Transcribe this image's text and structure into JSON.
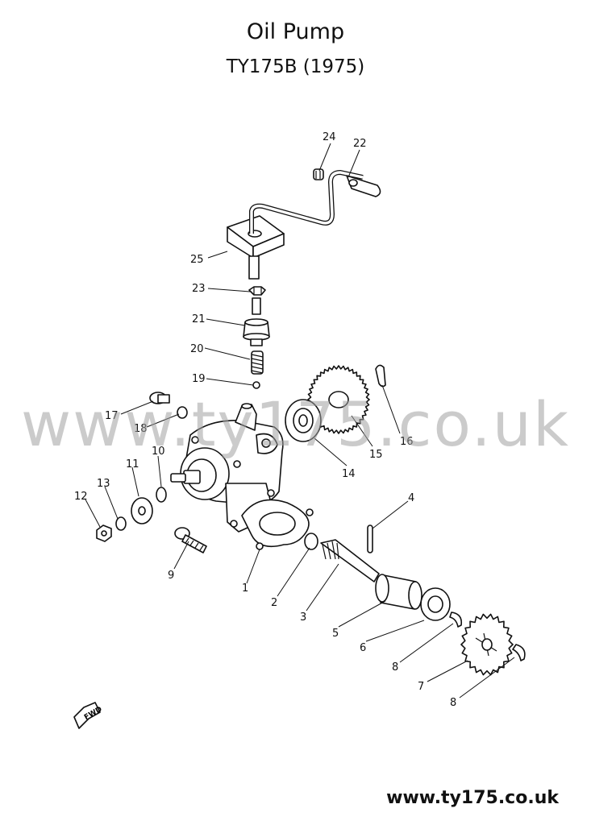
{
  "title": "Oil Pump",
  "subtitle": "TY175B (1975)",
  "watermark": "www.ty175.co.uk",
  "footer": "www.ty175.co.uk",
  "fwd_label": "FWD",
  "part_numbers": [
    "1",
    "2",
    "3",
    "4",
    "5",
    "6",
    "7",
    "8",
    "8",
    "9",
    "10",
    "11",
    "12",
    "13",
    "14",
    "15",
    "16",
    "17",
    "18",
    "19",
    "20",
    "21",
    "22",
    "23",
    "24",
    "25"
  ]
}
